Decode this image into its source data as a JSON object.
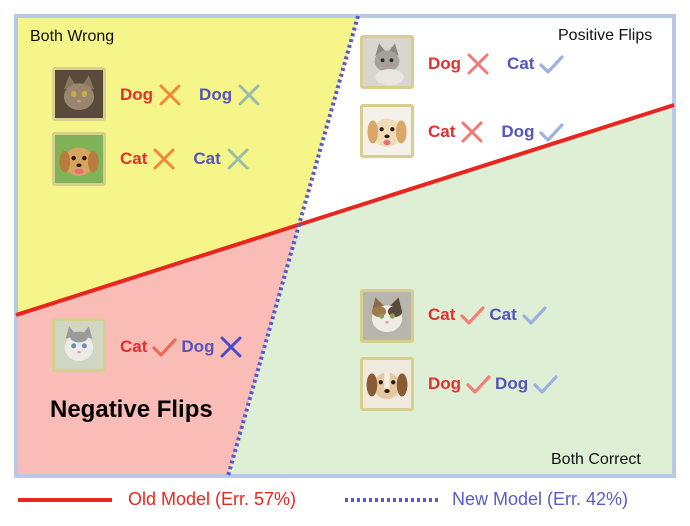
{
  "regions": {
    "both_wrong": "Both Wrong",
    "positive_flips": "Positive Flips",
    "both_correct": "Both Correct",
    "negative_flips": "Negative Flips"
  },
  "legend": {
    "old_model": "Old Model (Err. 57%)",
    "new_model": "New Model (Err. 42%)",
    "old_color": "#e8261f",
    "new_color": "#5a5acc"
  },
  "colors": {
    "both_wrong_bg": "#f6f58a",
    "negative_bg": "#f9bcb7",
    "both_correct_bg": "#dfefd5",
    "positive_bg": "#ffffff",
    "border": "#b8c8e8"
  },
  "samples": [
    {
      "image": "tabby-cat-photo",
      "old_pred": "Dog",
      "old_mark": "cross",
      "new_pred": "Dog",
      "new_mark": "cross",
      "region": "both_wrong"
    },
    {
      "image": "golden-puppy-photo",
      "old_pred": "Cat",
      "old_mark": "cross",
      "new_pred": "Cat",
      "new_mark": "cross",
      "region": "both_wrong"
    },
    {
      "image": "grey-kitten-photo",
      "old_pred": "Dog",
      "old_mark": "cross",
      "new_pred": "Cat",
      "new_mark": "check",
      "region": "positive_flips"
    },
    {
      "image": "cream-puppy-photo",
      "old_pred": "Cat",
      "old_mark": "cross",
      "new_pred": "Dog",
      "new_mark": "check",
      "region": "positive_flips"
    },
    {
      "image": "white-kitten-photo",
      "old_pred": "Cat",
      "old_mark": "check",
      "new_pred": "Dog",
      "new_mark": "cross",
      "region": "negative_flips"
    },
    {
      "image": "calico-cat-photo",
      "old_pred": "Cat",
      "old_mark": "check",
      "new_pred": "Cat",
      "new_mark": "check",
      "region": "both_correct"
    },
    {
      "image": "beagle-dog-photo",
      "old_pred": "Dog",
      "old_mark": "check",
      "new_pred": "Dog",
      "new_mark": "check",
      "region": "both_correct"
    }
  ]
}
